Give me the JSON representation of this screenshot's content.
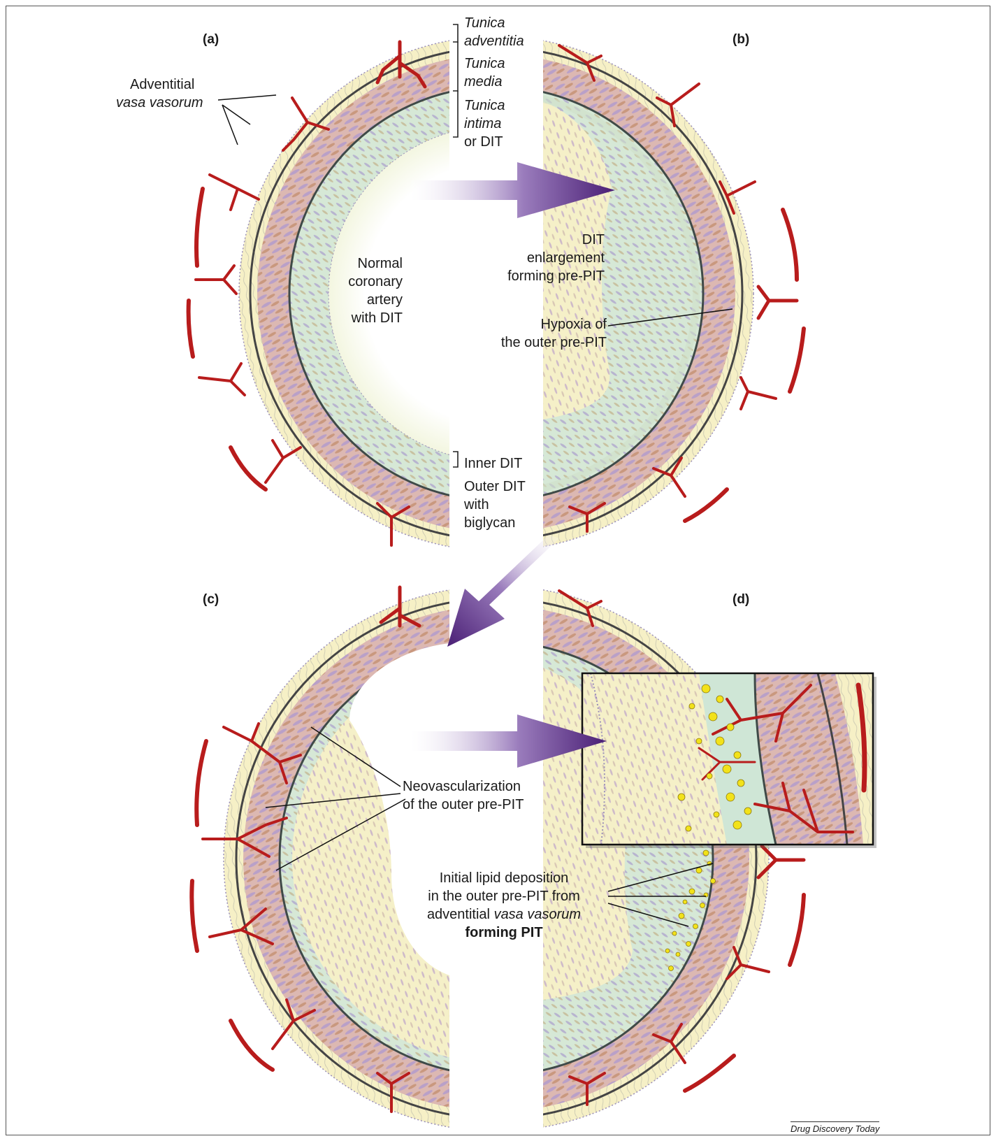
{
  "panels": {
    "a": "(a)",
    "b": "(b)",
    "c": "(c)",
    "d": "(d)"
  },
  "layers": {
    "adventitia_1": "Tunica",
    "adventitia_2": "adventitia",
    "media_1": "Tunica",
    "media_2": "media",
    "intima_1": "Tunica",
    "intima_2": "intima",
    "intima_3": "or DIT"
  },
  "labels": {
    "vasa_1": "Adventitial",
    "vasa_2": "vasa vasorum",
    "normal_1": "Normal",
    "normal_2": "coronary",
    "normal_3": "artery",
    "normal_4": "with DIT",
    "dit_enl_1": "DIT",
    "dit_enl_2": "enlargement",
    "dit_enl_3": "forming pre-PIT",
    "hypoxia_1": "Hypoxia of",
    "hypoxia_2": "the outer pre-PIT",
    "inner_dit": "Inner DIT",
    "outer_dit_1": "Outer DIT",
    "outer_dit_2": "with",
    "outer_dit_3": "biglycan",
    "neo_1": "Neovascularization",
    "neo_2": "of the outer pre-PIT",
    "lipid_1": "Initial lipid deposition",
    "lipid_2": "in the outer pre-PIT from",
    "lipid_3a": "adventitial ",
    "lipid_3b": "vasa vasorum",
    "lipid_4": "forming PIT"
  },
  "credit": "Drug Discovery Today",
  "colors": {
    "adventitia": "#f6f0c6",
    "media": "#dcb8b2",
    "intima": "#cfe6d6",
    "preplaque": "#f5f0c8",
    "vessel": "#b81c1c",
    "arrow": "#5a2d82",
    "lipid": "#f2e21a"
  }
}
